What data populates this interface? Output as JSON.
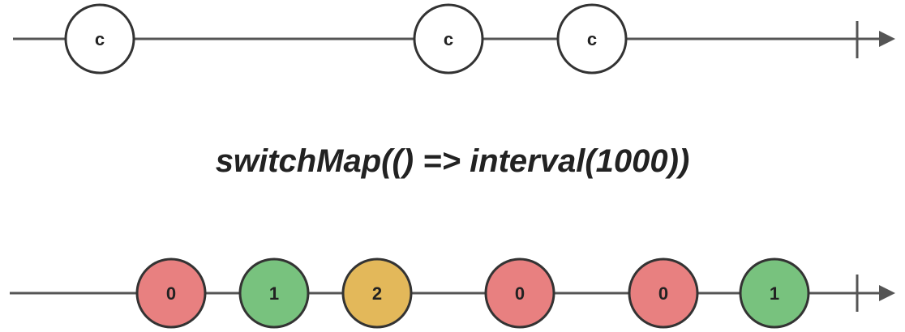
{
  "operator_label": "switchMap(() => interval(1000))",
  "colors": {
    "line": "#555555",
    "stroke": "#333333",
    "text": "#222222",
    "white": "#ffffff",
    "red": "#e88080",
    "green": "#78c27e",
    "yellow": "#e3b85a"
  },
  "source": {
    "marbles": [
      {
        "label": "c",
        "color": "white"
      },
      {
        "label": "c",
        "color": "white"
      },
      {
        "label": "c",
        "color": "white"
      }
    ]
  },
  "output": {
    "marbles": [
      {
        "label": "0",
        "color": "red"
      },
      {
        "label": "1",
        "color": "green"
      },
      {
        "label": "2",
        "color": "yellow"
      },
      {
        "label": "0",
        "color": "red"
      },
      {
        "label": "0",
        "color": "red"
      },
      {
        "label": "1",
        "color": "green"
      }
    ]
  }
}
